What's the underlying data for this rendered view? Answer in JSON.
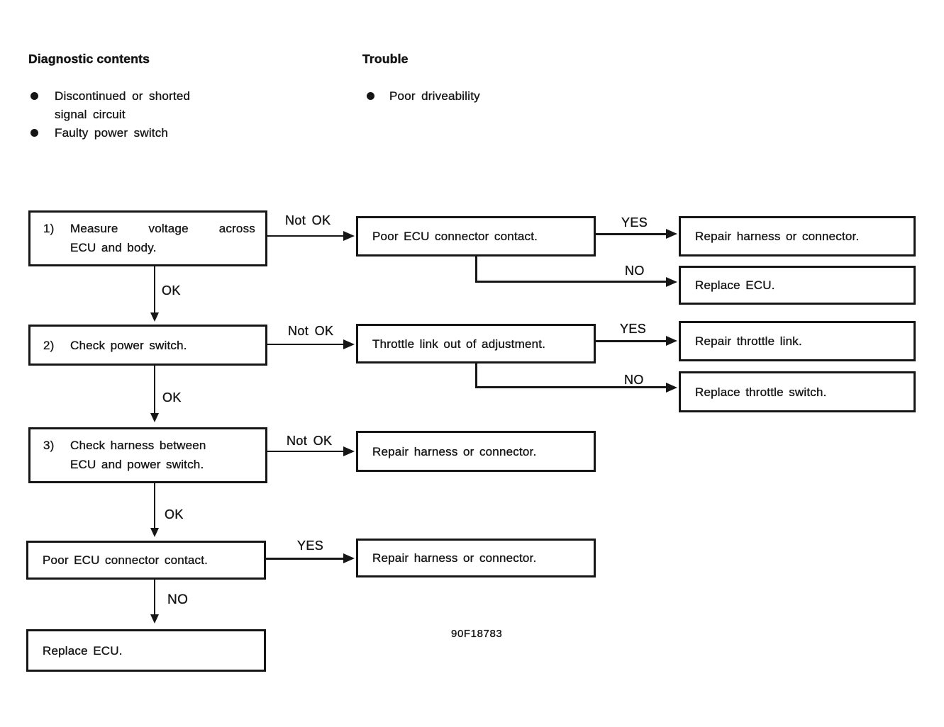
{
  "header": {
    "diagnostic_contents": {
      "title": "Diagnostic contents",
      "items": [
        "Discontinued or shorted signal circuit",
        "Faulty power switch"
      ]
    },
    "trouble": {
      "title": "Trouble",
      "items": [
        "Poor driveability"
      ]
    }
  },
  "flowchart": {
    "labels": {
      "ok": "OK",
      "not_ok": "Not OK",
      "yes": "YES",
      "no": "NO"
    },
    "steps": [
      {
        "num": "1)",
        "lines": [
          "Measure voltage across",
          "ECU and body."
        ]
      },
      {
        "num": "2)",
        "lines": [
          "Check power switch."
        ]
      },
      {
        "num": "3)",
        "lines": [
          "Check harness between",
          "ECU and power switch."
        ]
      }
    ],
    "nodes": {
      "poor_ecu_contact_1": "Poor ECU connector contact.",
      "repair_harness_row1": "Repair harness or connector.",
      "replace_ecu_row1": "Replace ECU.",
      "throttle_link_adjustment": "Throttle link out of adjustment.",
      "repair_throttle_link": "Repair throttle link.",
      "replace_throttle_switch": "Replace throttle switch.",
      "repair_harness_row3": "Repair harness or connector.",
      "poor_ecu_contact_2": "Poor ECU connector contact.",
      "repair_harness_row4": "Repair harness or connector.",
      "replace_ecu_final": "Replace ECU."
    },
    "figure_code": "90F18783"
  },
  "colors": {
    "ink": "#161616",
    "paper": "#ffffff"
  }
}
